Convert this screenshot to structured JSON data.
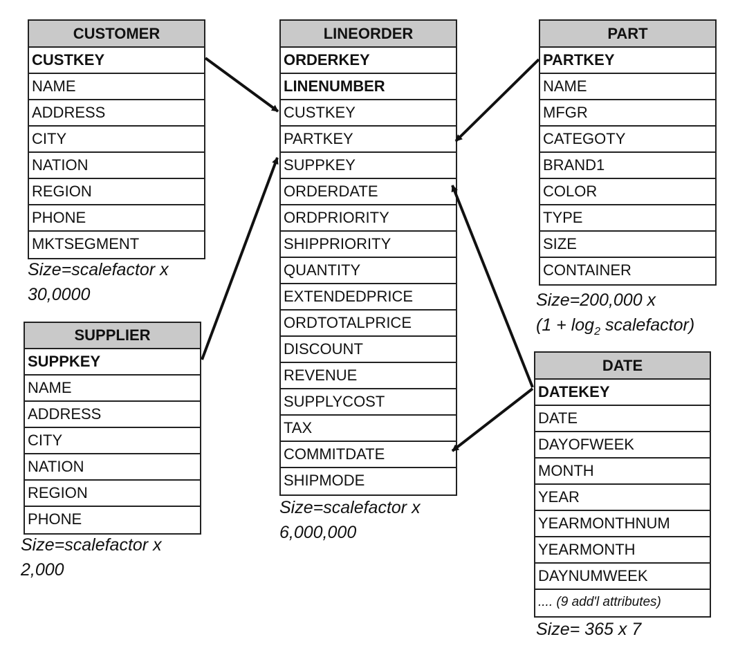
{
  "tables": {
    "customer": {
      "title": "CUSTOMER",
      "rows": [
        "CUSTKEY",
        "NAME",
        "ADDRESS",
        "CITY",
        "NATION",
        "REGION",
        "PHONE",
        "MKTSEGMENT"
      ],
      "size_line1": "Size=scalefactor x",
      "size_line2": "30,0000"
    },
    "supplier": {
      "title": "SUPPLIER",
      "rows": [
        "SUPPKEY",
        "NAME",
        "ADDRESS",
        "CITY",
        "NATION",
        "REGION",
        "PHONE"
      ],
      "size_line1": "Size=scalefactor x",
      "size_line2": "2,000"
    },
    "lineorder": {
      "title": "LINEORDER",
      "rows": [
        "ORDERKEY",
        "LINENUMBER",
        "CUSTKEY",
        "PARTKEY",
        "SUPPKEY",
        "ORDERDATE",
        "ORDPRIORITY",
        "SHIPPRIORITY",
        "QUANTITY",
        "EXTENDEDPRICE",
        "ORDTOTALPRICE",
        "DISCOUNT",
        "REVENUE",
        "SUPPLYCOST",
        "TAX",
        "COMMITDATE",
        "SHIPMODE"
      ],
      "size_line1": "Size=scalefactor x",
      "size_line2": "6,000,000"
    },
    "part": {
      "title": "PART",
      "rows": [
        "PARTKEY",
        "NAME",
        "MFGR",
        "CATEGOTY",
        "BRAND1",
        "COLOR",
        "TYPE",
        "SIZE",
        "CONTAINER"
      ],
      "size_line1": "Size=200,000 x",
      "size_line2_a": "(1 + log",
      "size_line2_sub": "2",
      "size_line2_b": " scalefactor)"
    },
    "date": {
      "title": "DATE",
      "rows": [
        "DATEKEY",
        "DATE",
        "DAYOFWEEK",
        "MONTH",
        "YEAR",
        "YEARMONTHNUM",
        "YEARMONTH",
        "DAYNUMWEEK",
        ".... (9 add'l attributes)"
      ],
      "size_line1": "Size= 365 x 7"
    }
  }
}
